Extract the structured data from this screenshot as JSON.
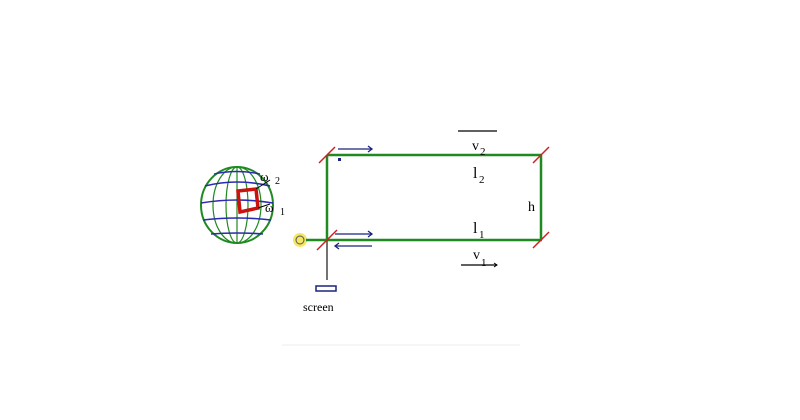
{
  "labels": {
    "omega2_symbol": "ω",
    "omega2_sub": "2",
    "omega1_symbol": "ω",
    "omega1_sub": "1",
    "v2": "v",
    "v2_sub": "2",
    "v1": "v",
    "v1_sub": "1",
    "l2": "l",
    "l2_sub": "2",
    "l1": "l",
    "l1_sub": "1",
    "h": "h",
    "screen": "screen"
  },
  "colors": {
    "path": "#1f8a1f",
    "mirror": "#cc2222",
    "arrow": "#1a237e",
    "globe_outline": "#1f8a1f",
    "globe_grid": "#2b2bb0",
    "patch": "#cc1111",
    "source_glow": "#f5e663",
    "screen": "#1a237e"
  },
  "icons": {
    "globe": "earth-globe-icon",
    "source": "light-source-icon"
  }
}
